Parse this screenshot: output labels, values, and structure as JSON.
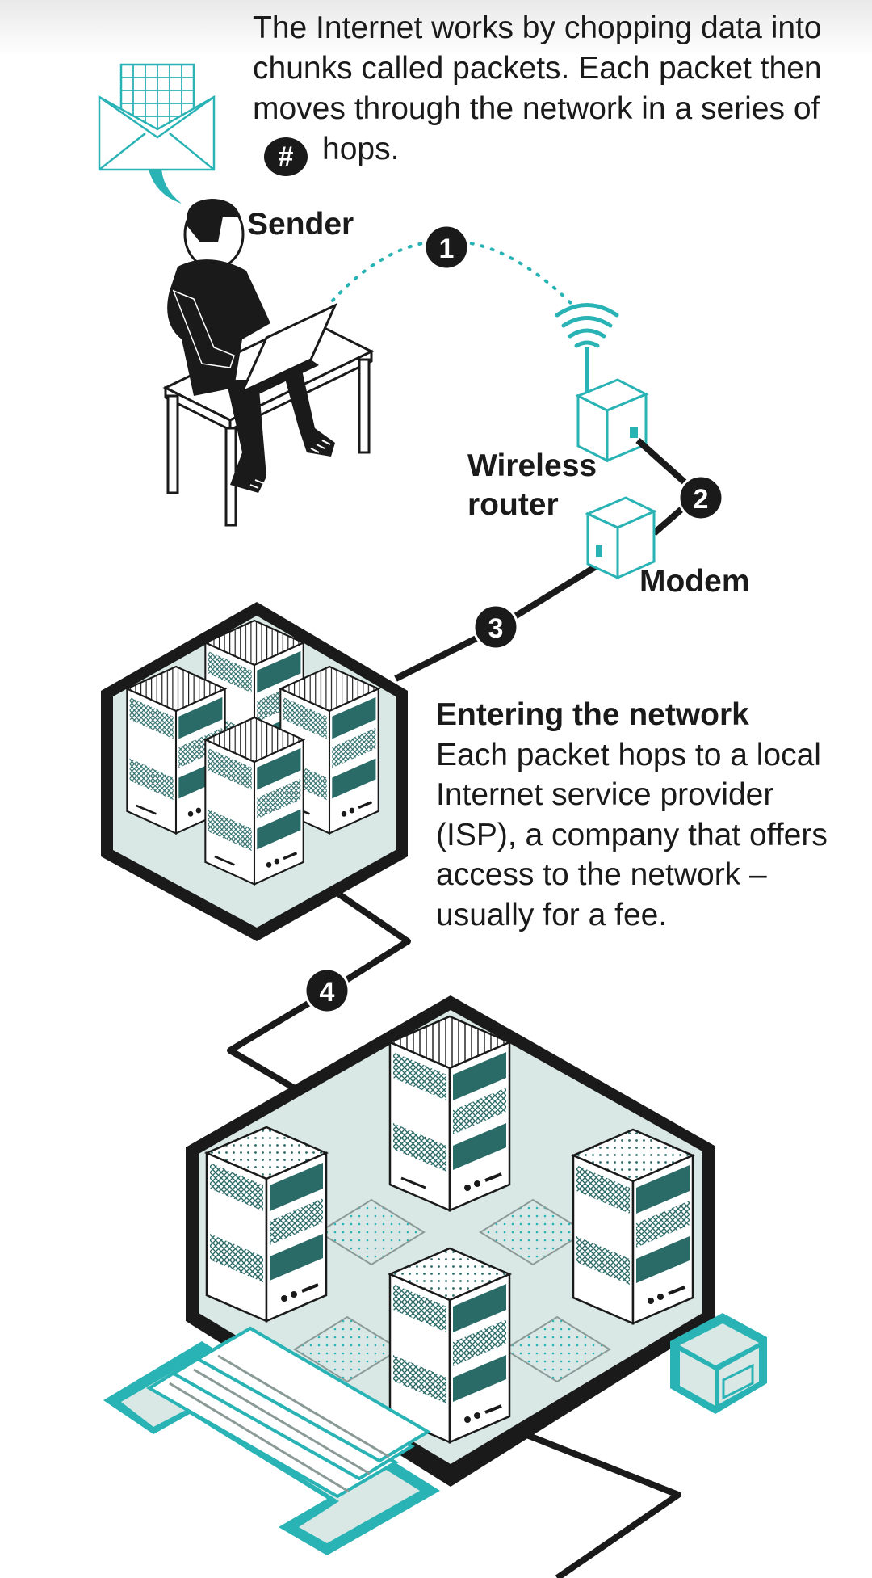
{
  "intro": {
    "before_badge": "The Internet works by chopping data into chunks called packets. Each packet then moves through the network in a series of",
    "badge": "#",
    "after_badge": "hops."
  },
  "labels": {
    "sender": "Sender",
    "router_line1": "Wireless",
    "router_line2": "router",
    "modem": "Modem"
  },
  "hops": [
    "1",
    "2",
    "3",
    "4"
  ],
  "section": {
    "title": "Entering the network",
    "body": "Each packet hops to a local Internet service provider (ISP), a company that offers access to the network – usually for a fee."
  },
  "colors": {
    "teal": "#2ab3b5",
    "dark_teal": "#2a6b68",
    "ink": "#1a1a1a",
    "pale": "#d9e8e5"
  },
  "icons": [
    "envelope-icon",
    "wifi-icon",
    "speech-tail"
  ]
}
